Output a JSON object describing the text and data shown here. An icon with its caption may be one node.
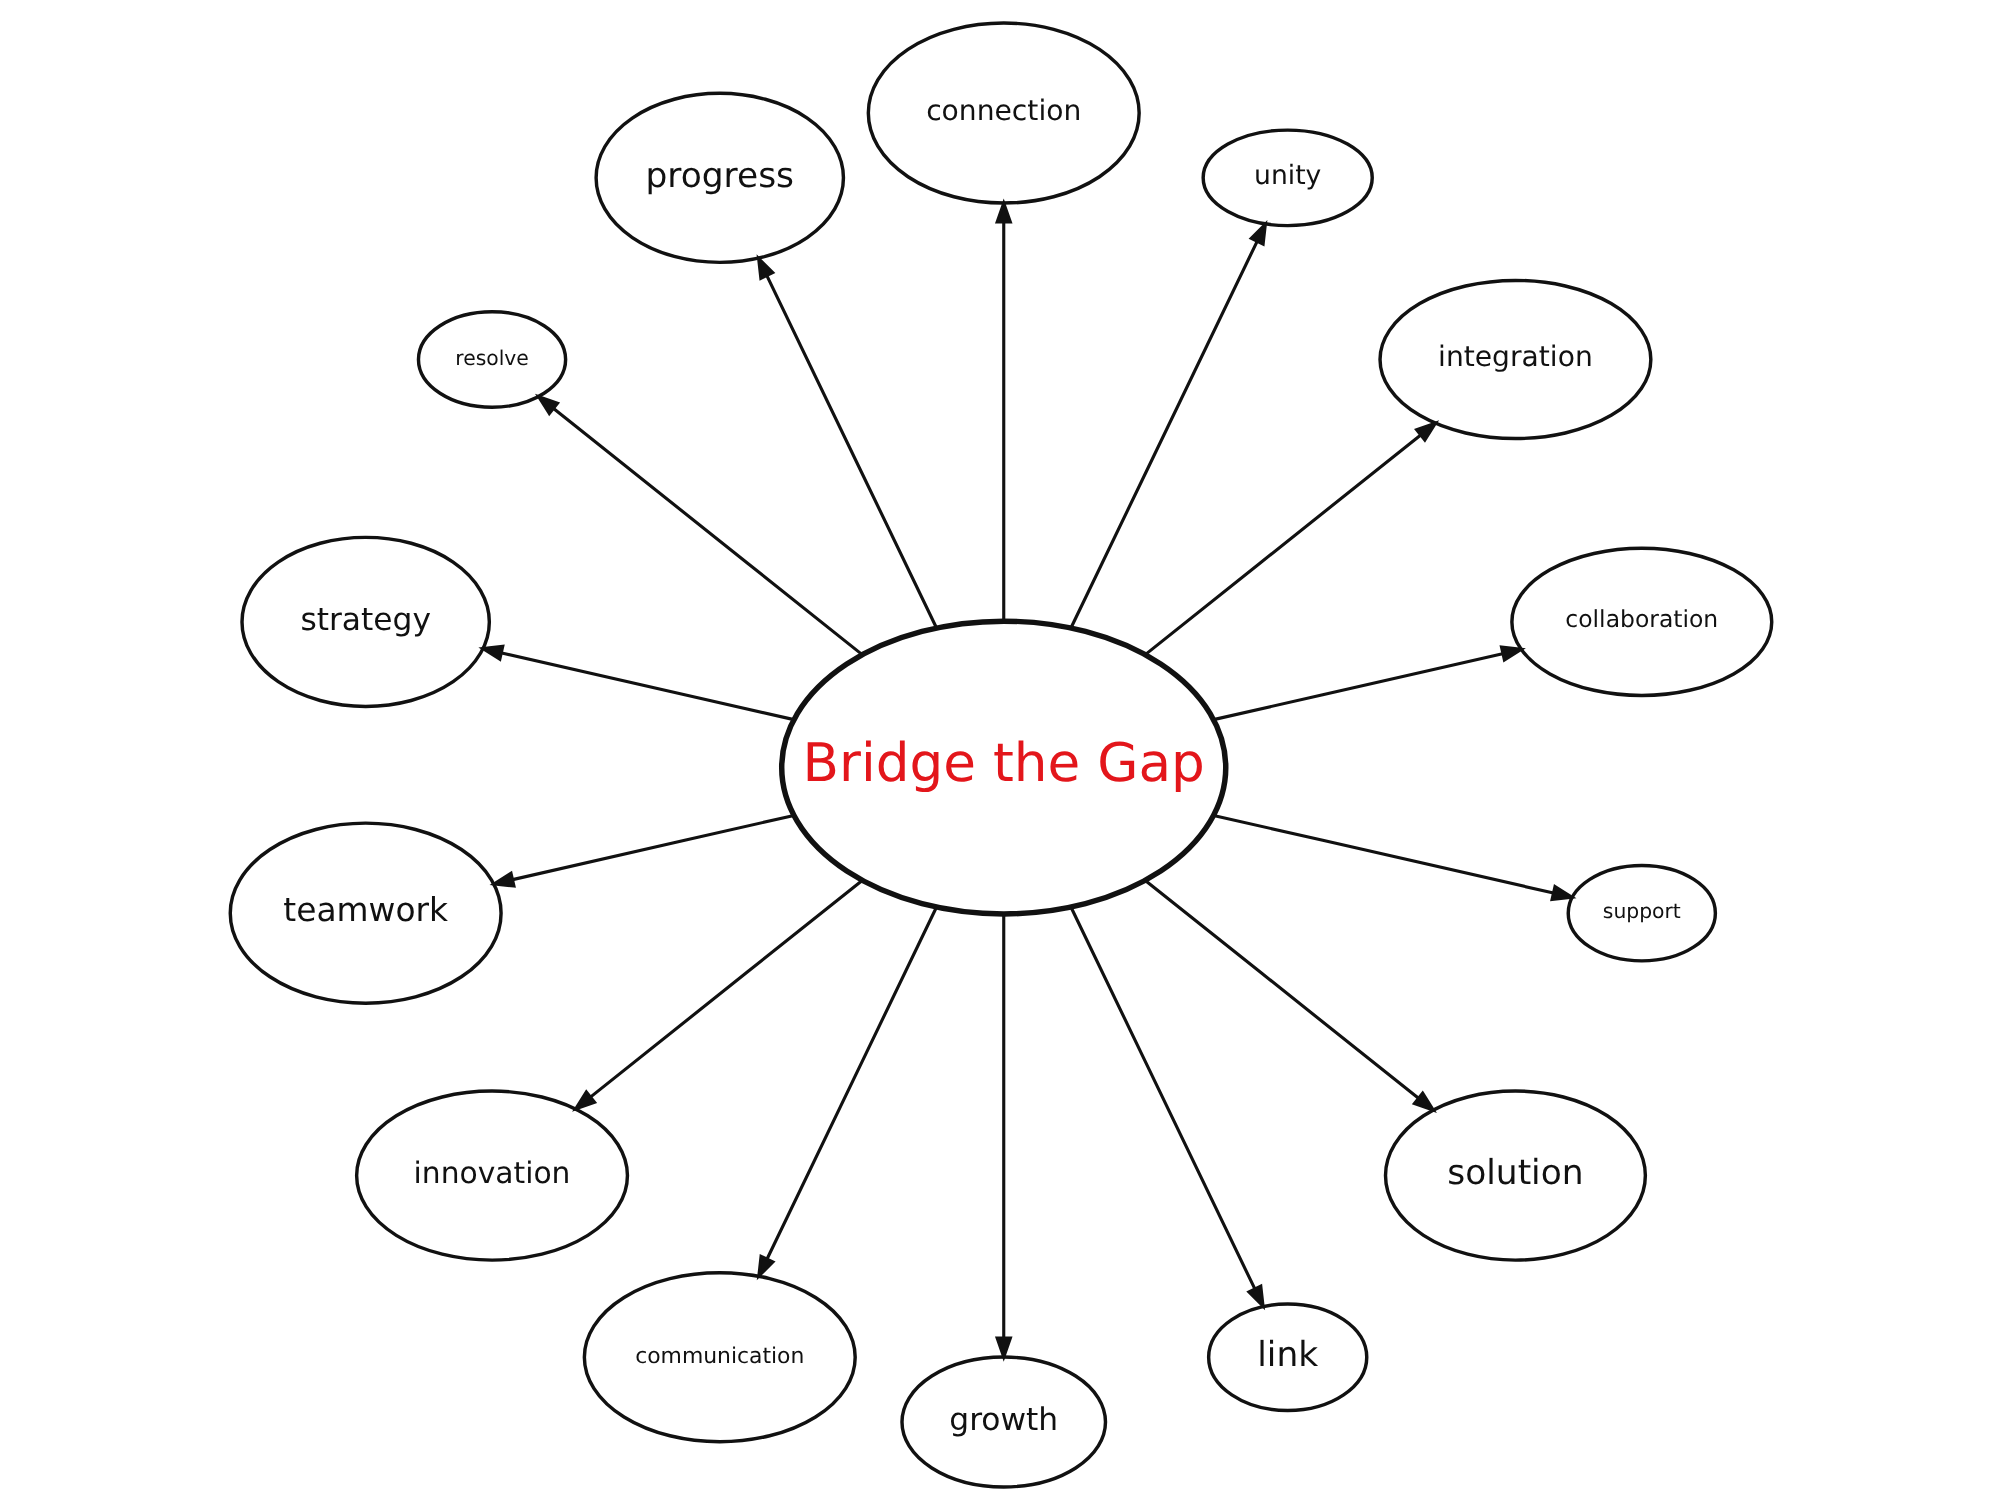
{
  "diagram": {
    "nodes": [
      {
        "text": [
          "Bridge the Gap"
        ]
      },
      {
        "text": [
          "resolve"
        ]
      },
      {
        "text": [
          "progress"
        ]
      },
      {
        "text": [
          "connection"
        ]
      },
      {
        "text": [
          "unity"
        ]
      },
      {
        "text": [
          "strategy"
        ]
      },
      {
        "text": [
          "integration"
        ]
      },
      {
        "text": [
          "collaboration"
        ]
      },
      {
        "text": [
          "teamwork"
        ]
      },
      {
        "text": [
          "support"
        ]
      },
      {
        "text": [
          "link"
        ]
      },
      {
        "text": [
          "solution"
        ]
      },
      {
        "text": [
          "innovation"
        ]
      },
      {
        "text": [
          "communication"
        ]
      },
      {
        "text": [
          "growth"
        ]
      }
    ],
    "edges": [
      {
        "from": 0,
        "to": 7,
        "arrow": "to"
      },
      {
        "from": 0,
        "to": 6,
        "arrow": "to"
      },
      {
        "from": 0,
        "to": 4,
        "arrow": "to"
      },
      {
        "from": 0,
        "to": 3,
        "arrow": "to"
      },
      {
        "from": 0,
        "to": 2,
        "arrow": "to"
      },
      {
        "from": 0,
        "to": 1,
        "arrow": "to"
      },
      {
        "from": 0,
        "to": 5,
        "arrow": "to"
      },
      {
        "from": 0,
        "to": 8,
        "arrow": "to"
      },
      {
        "from": 0,
        "to": 12,
        "arrow": "to"
      },
      {
        "from": 0,
        "to": 13,
        "arrow": "to"
      },
      {
        "from": 0,
        "to": 14,
        "arrow": "to"
      },
      {
        "from": 0,
        "to": 10,
        "arrow": "to"
      },
      {
        "from": 0,
        "to": 11,
        "arrow": "to"
      },
      {
        "from": 0,
        "to": 9,
        "arrow": "to"
      }
    ]
  }
}
